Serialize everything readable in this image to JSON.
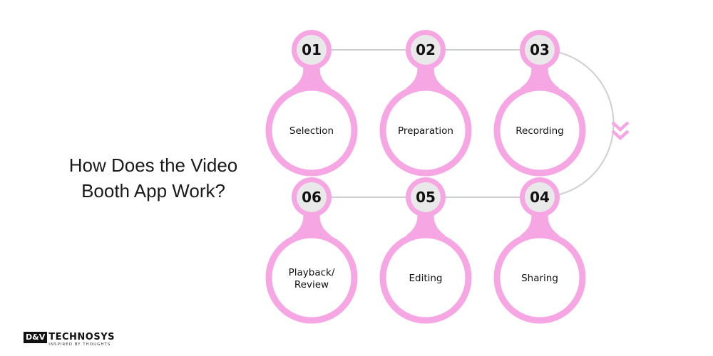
{
  "title": {
    "line1": "How Does the Video",
    "line2": "Booth App Work?"
  },
  "colors": {
    "pink": "#f7a6e4",
    "connector": "#cfcfcf",
    "badge": "#e9e9e9",
    "text": "#111111"
  },
  "steps": [
    {
      "number": "01",
      "label": "Selection"
    },
    {
      "number": "02",
      "label": "Preparation"
    },
    {
      "number": "03",
      "label": "Recording"
    },
    {
      "number": "04",
      "label": "Sharing"
    },
    {
      "number": "05",
      "label": "Editing"
    },
    {
      "number": "06",
      "label": "Playback/",
      "label2": "Review"
    }
  ],
  "logo": {
    "mark": "D&V",
    "word": "TECHNOSYS",
    "tagline": "INSPIRED BY THOUGHTS"
  },
  "icons": {
    "flow_arrow": "double-chevron-down-icon"
  }
}
